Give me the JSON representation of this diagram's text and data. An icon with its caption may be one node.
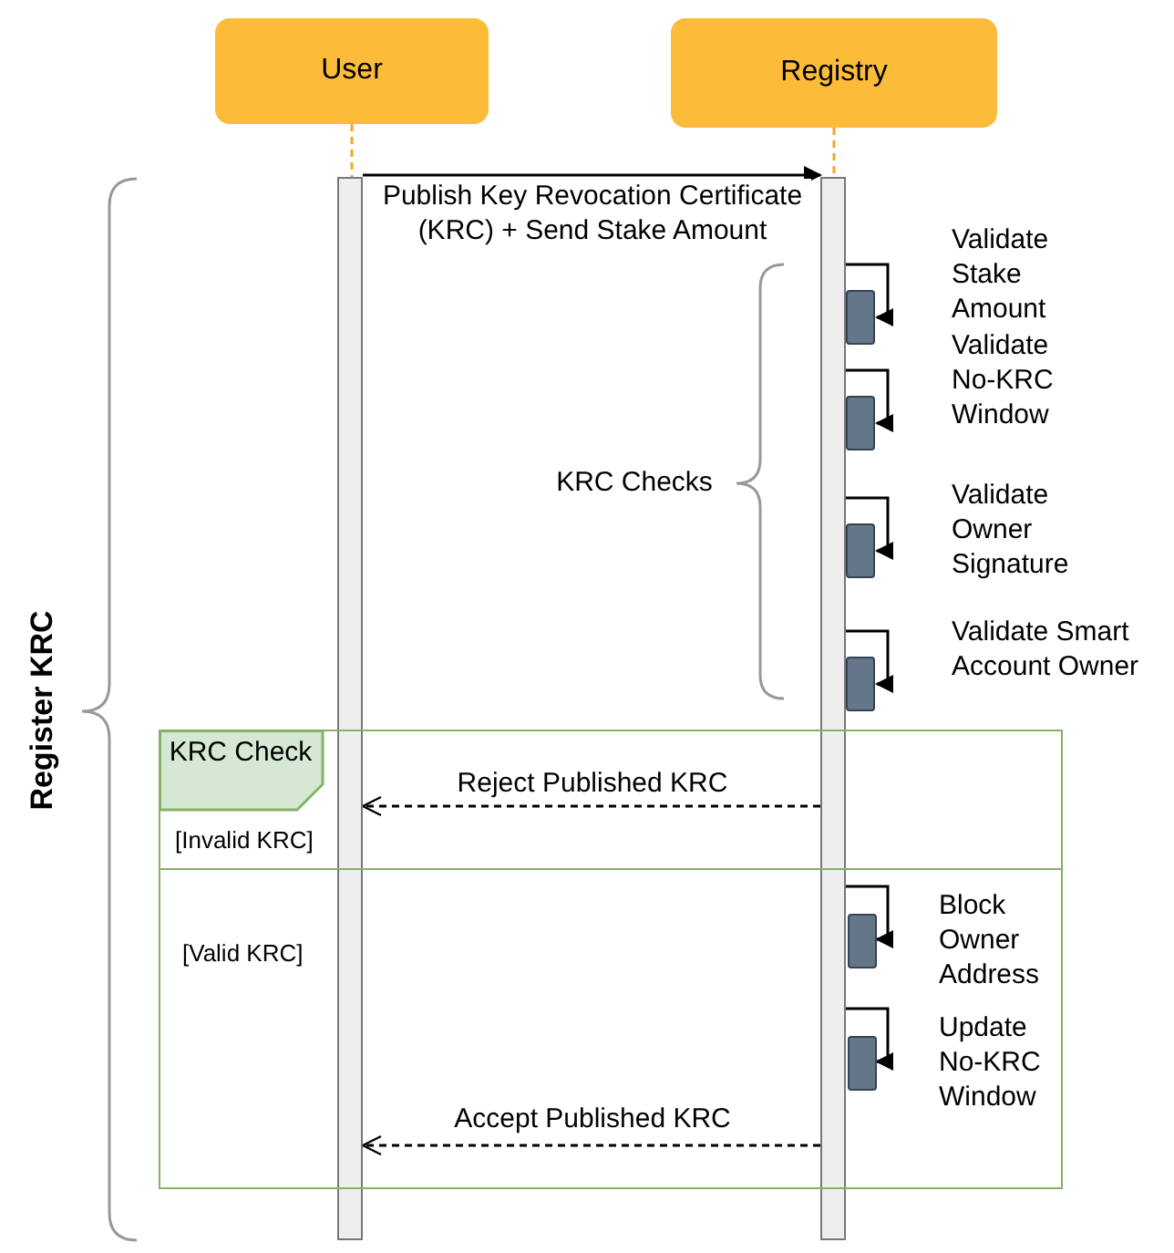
{
  "diagram": {
    "nodes": [
      {
        "text": [
          "User"
        ]
      },
      {
        "text": [
          "Registry"
        ]
      },
      {
        "text": [],
        "shape": "bar"
      },
      {
        "text": [],
        "shape": "bar"
      },
      {
        "text": [],
        "shape": "box"
      },
      {
        "text": [],
        "shape": "box"
      },
      {
        "text": [],
        "shape": "box"
      },
      {
        "text": [],
        "shape": "box"
      },
      {
        "text": [],
        "shape": "box",
        "in": 10
      },
      {
        "text": [],
        "shape": "box",
        "in": 10
      },
      {
        "text": [
          "KRC Check",
          "[Invalid KRC]",
          "[Valid KRC]"
        ]
      }
    ],
    "edges": [
      {
        "from": 0,
        "to": 2,
        "arrow": "none",
        "style": "dashed",
        "color": "#f5a623"
      },
      {
        "from": 1,
        "to": 3,
        "arrow": "none",
        "style": "dashed",
        "color": "#f5a623"
      },
      {
        "from": 2,
        "to": 3,
        "arrow": "to",
        "label": "Publish Key Revocation Certificate (KRC) + Send Stake Amount"
      },
      {
        "from": 3,
        "to": 4,
        "arrow": "to",
        "label": "Validate Stake Amount"
      },
      {
        "from": 3,
        "to": 5,
        "arrow": "to",
        "label": "Validate No-KRC Window"
      },
      {
        "from": 3,
        "to": 6,
        "arrow": "to",
        "label": "Validate Owner Signature"
      },
      {
        "from": 3,
        "to": 7,
        "arrow": "to",
        "label": "Validate Smart Account Owner"
      },
      {
        "from": 3,
        "to": 2,
        "arrow": "to",
        "style": "dashed",
        "label": "Reject Published KRC"
      },
      {
        "from": 3,
        "to": 8,
        "arrow": "to",
        "label": "Block Owner Address"
      },
      {
        "from": 3,
        "to": 9,
        "arrow": "to",
        "label": "Update No-KRC Window"
      },
      {
        "from": 3,
        "to": 2,
        "arrow": "to",
        "style": "dashed",
        "label": "Accept Published KRC"
      }
    ],
    "labels": [
      "Register KRC",
      "KRC Checks"
    ]
  }
}
